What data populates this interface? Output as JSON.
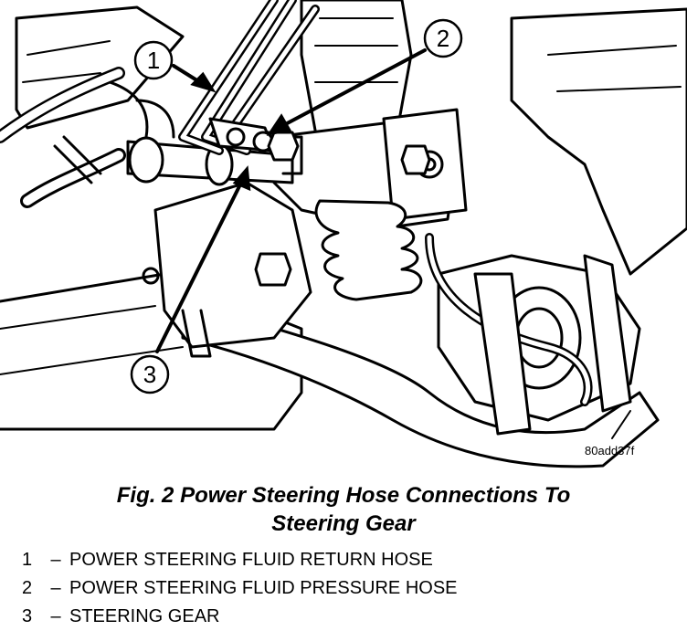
{
  "figure": {
    "callouts": [
      {
        "number": "1"
      },
      {
        "number": "2"
      },
      {
        "number": "3"
      }
    ],
    "art_id": "80add37f"
  },
  "caption": {
    "line1": "Fig. 2 Power Steering Hose Connections To",
    "line2": "Steering Gear"
  },
  "legend": {
    "separator": "–",
    "items": [
      {
        "number": "1",
        "text": "POWER STEERING FLUID RETURN HOSE"
      },
      {
        "number": "2",
        "text": "POWER STEERING FLUID PRESSURE HOSE"
      },
      {
        "number": "3",
        "text": "STEERING GEAR"
      }
    ]
  },
  "colors": {
    "ink": "#000000",
    "paper": "#ffffff",
    "shade": "#9a9a9a"
  }
}
